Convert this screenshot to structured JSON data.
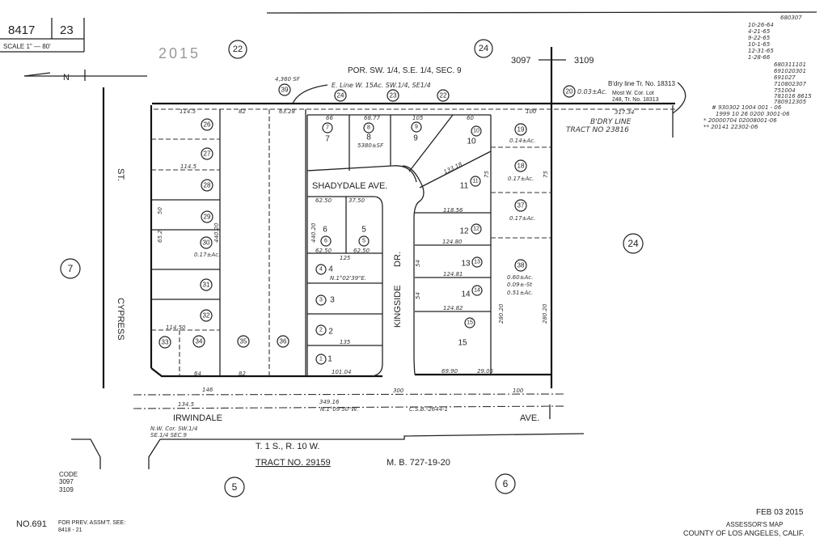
{
  "title_block": {
    "book": "8417",
    "page": "23",
    "scale": "SCALE 1\" — 80'"
  },
  "stamp_year": "2015",
  "north_label": "N",
  "section_label": "POR. SW. 1/4, S.E. 1/4, SEC. 9",
  "code_split": {
    "left": "3097",
    "right": "3109"
  },
  "e_line_note": "E. Line W. 15Ac. SW.1/4, SE1/4",
  "area_39": "4,360 SF",
  "bdry_note": "B'dry line Tr. No. 18313",
  "most_w_note_1": "Most W. Cor. Lot",
  "most_w_note_2": "248, Tr. No. 18313",
  "area_20": "0.03±Ac.",
  "bdry_tract_1": "B'DRY LINE",
  "bdry_tract_2": "TRACT NO 23816",
  "revision_dates": [
    "680307",
    "10-26-64",
    "4-21-65",
    "9-22-65",
    "10-1-65",
    "12-31-65",
    "1-28-66"
  ],
  "revision_codes": [
    "680311101",
    "691020301",
    "691027",
    "710802307",
    "751004",
    "781016 8615",
    "780912305"
  ],
  "revision_notes": [
    "# 930302 1004 001 - 06",
    "1999 10 26 0200 3001-06",
    "* 20000704 02008001-06",
    "** 20141 22302-06"
  ],
  "streets": {
    "cypress": "CYPRESS",
    "st": "ST.",
    "shadydale": "SHADYDALE AVE.",
    "kingside": "KINGSIDE",
    "dr": "DR.",
    "irwindale": "IRWINDALE",
    "ave": "AVE."
  },
  "map_pages": {
    "top_left": "22",
    "top_right": "24",
    "left": "7",
    "right": "24",
    "bottom_left": "5",
    "bottom_right": "6"
  },
  "top_parcels": [
    "39",
    "24",
    "23",
    "22",
    "20"
  ],
  "parcels": {
    "p26": "26",
    "p27": "27",
    "p28": "28",
    "p29": "29",
    "p30": "30",
    "p30_area": "0.17±Ac.",
    "p31": "31",
    "p32": "32",
    "p33": "33",
    "p34": "34",
    "p35": "35",
    "p36": "36",
    "p19": "19",
    "p19_area": "0.14±Ac.",
    "p18": "18",
    "p18_area": "0.17±Ac.",
    "p37": "37",
    "p37_area": "0.17±Ac.",
    "p38": "38",
    "p38_area_1": "0.60±Ac.",
    "p38_area_2": "0.09±-St",
    "p38_area_3": "0.51±Ac."
  },
  "lots": [
    "1",
    "2",
    "3",
    "4",
    "5",
    "6",
    "7",
    "8",
    "9",
    "10",
    "11",
    "12",
    "13",
    "14",
    "15"
  ],
  "lot8_area": "5380±SF",
  "dims": {
    "d114_5": "114.5",
    "d82": "82",
    "d63_28": "63.28",
    "d100": "100",
    "d66": "66",
    "d68_77": "68.77",
    "d105": "105",
    "d60": "60",
    "d62_50": "62.50",
    "d37_50": "37.50",
    "d125": "125",
    "d135": "135",
    "d101_04": "101.04",
    "d118_56": "118.56",
    "d124_80": "124.80",
    "d124_81": "124.81",
    "d124_82": "124.82",
    "d133_18": "133.18",
    "d69_90": "69.90",
    "d29_05": "29.05",
    "d280_20": "280.20",
    "d114_50": "114.50",
    "d64": "64",
    "d146": "146",
    "d349_16": "349.16",
    "d300": "300",
    "d134_5": "134.5",
    "brg1": "N.1°02'39\"E.",
    "brg2": "N.1°09'50\"W.",
    "csb": "C.S.B.-2644-1",
    "d50": "50",
    "d54": "54",
    "d75": "75",
    "d65_2": "65.2",
    "d440_20": "440.20",
    "d317_34": "317.34"
  },
  "nw_corner_note_1": "N.W. Cor. SW.1/4",
  "nw_corner_note_2": "SE.1/4 SEC.9",
  "township": "T. 1 S., R. 10 W.",
  "tract": "TRACT NO. 29159",
  "mb": "M. B. 727-19-20",
  "code_block": [
    "CODE",
    "3097",
    "3109"
  ],
  "footer": {
    "no": "NO.691",
    "prev_label": "FOR PREV. ASSM'T. SEE:",
    "prev_ref": "8418 - 21",
    "date_stamp": "FEB 03 2015",
    "assessor": "ASSESSOR'S MAP",
    "county": "COUNTY OF LOS ANGELES, CALIF."
  }
}
